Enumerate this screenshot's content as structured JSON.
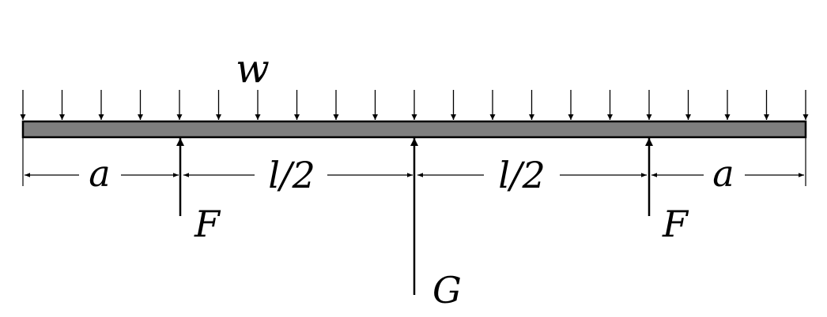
{
  "diagram": {
    "load_label": "w",
    "dimensions": [
      {
        "label": "a"
      },
      {
        "label": "l/2"
      },
      {
        "label": "l/2"
      },
      {
        "label": "a"
      }
    ],
    "forces": [
      {
        "label": "F"
      },
      {
        "label": "G"
      },
      {
        "label": "F"
      }
    ],
    "load_arrow_count": 21,
    "colors": {
      "beam_fill": "#7f7f7f",
      "stroke": "#000000",
      "background": "#ffffff"
    }
  }
}
